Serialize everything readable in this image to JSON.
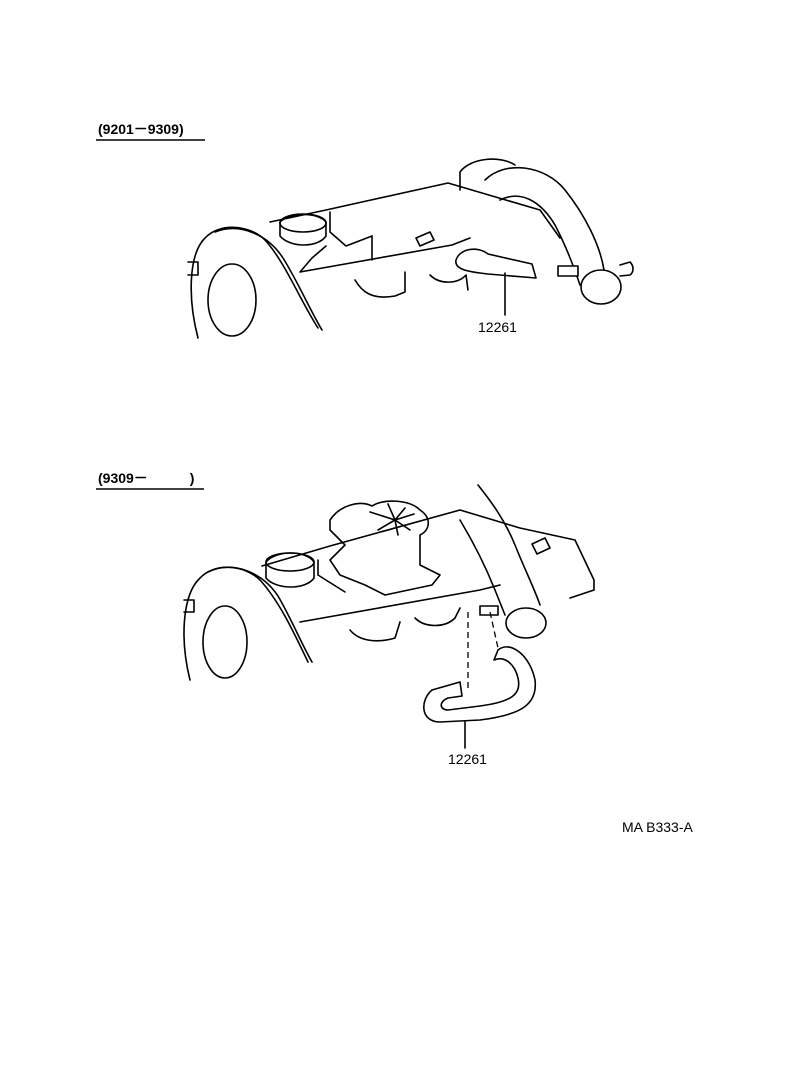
{
  "diagram_1": {
    "period_label": "(9201－9309)",
    "part_number": "12261"
  },
  "diagram_2": {
    "period_label": "(9309－　　　)",
    "part_number": "12261"
  },
  "figure_code": "MA B333-A"
}
